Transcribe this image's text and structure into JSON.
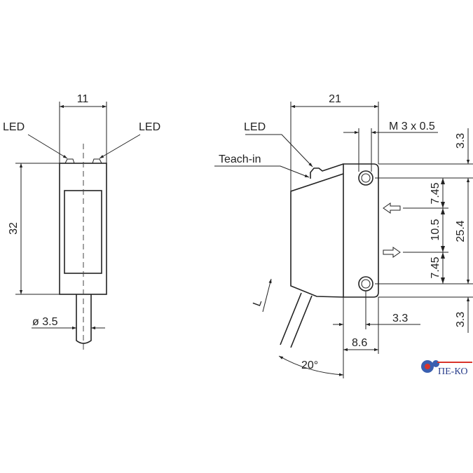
{
  "front_view": {
    "width_dim": "11",
    "height_dim": "32",
    "cable_dia_dim": "ø 3.5",
    "led_left": "LED",
    "led_right": "LED"
  },
  "side_view": {
    "width_dim": "21",
    "led": "LED",
    "teach_in": "Teach-in",
    "thread": "M 3 x 0.5",
    "top_offset": "3.3",
    "bottom_offset": "3.3",
    "hole_spacing": "25.4",
    "upper_segment": "7.45",
    "middle_segment": "10.5",
    "lower_segment": "7.45",
    "hole_x_offset": "3.3",
    "depth_dim": "8.6",
    "cable_angle": "20°",
    "cable_length": "L"
  },
  "logo": {
    "text": "ПЕ-КО",
    "colors": {
      "gear": "#3a5fb0",
      "text": "#2b3f8c",
      "accent": "#d9342b"
    }
  }
}
